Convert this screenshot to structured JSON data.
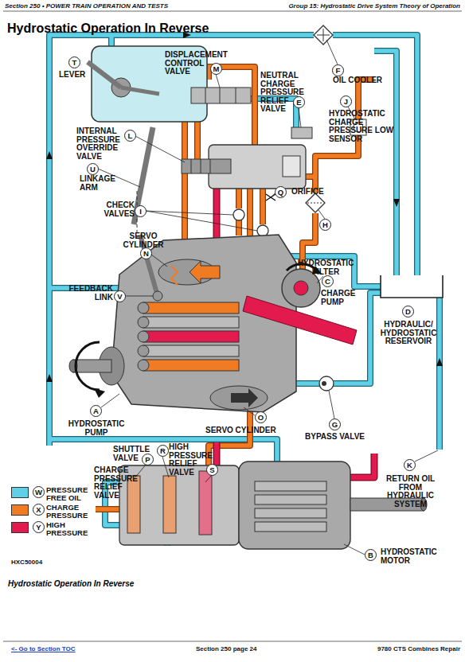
{
  "diagram": {
    "title": "Hydrostatic Operation In Reverse",
    "caption": "Hydrostatic Operation In Reverse",
    "nodes": [
      {
        "text": [
          "T",
          "LEVER"
        ]
      },
      {
        "text": [
          "M",
          "DISPLACEMENT CONTROL VALVE"
        ]
      },
      {
        "text": [
          "E",
          "NEUTRAL CHARGE PRESSURE RELIEF VALVE"
        ]
      },
      {
        "text": [
          "F",
          "OIL COOLER"
        ]
      },
      {
        "text": [
          "L",
          "INTERNAL PRESSURE OVERRIDE VALVE"
        ]
      },
      {
        "text": [
          "J",
          "HYDROSTATIC CHARGE PRESSURE LOW SENSOR"
        ]
      },
      {
        "text": [
          "U",
          "LINKAGE ARM"
        ]
      },
      {
        "text": [
          "Q",
          "ORIFICE"
        ]
      },
      {
        "text": [
          "I",
          "CHECK VALVES"
        ]
      },
      {
        "text": [
          "H",
          "HYDROSTATIC FILTER"
        ]
      },
      {
        "text": [
          "N",
          "SERVO CYLINDER"
        ]
      },
      {
        "text": [
          "C",
          "CHARGE PUMP"
        ]
      },
      {
        "text": [
          "V",
          "FEEDBACK LINK"
        ]
      },
      {
        "text": [
          "D",
          "HYDRAULIC/ HYDROSTATIC RESERVOIR"
        ]
      },
      {
        "text": [
          "A",
          "HYDROSTATIC PUMP"
        ]
      },
      {
        "text": [
          "O",
          "SERVO CYLINDER"
        ]
      },
      {
        "text": [
          "G",
          "BYPASS VALVE"
        ]
      },
      {
        "text": [
          "R",
          "SHUTTLE VALVE"
        ]
      },
      {
        "text": [
          "S",
          "HIGH PRESSURE RELIEF VALVE"
        ]
      },
      {
        "text": [
          "P",
          "CHARGE PRESSURE RELIEF VALVE"
        ]
      },
      {
        "text": [
          "K",
          "RETURN OIL FROM HYDRAULIC SYSTEM"
        ]
      },
      {
        "text": [
          "W"
        ]
      },
      {
        "text": [
          "X"
        ]
      },
      {
        "text": [
          "Y"
        ]
      },
      {
        "text": [
          "B",
          "HYDROSTATIC MOTOR"
        ]
      }
    ],
    "labels": [
      "Section 250 • POWER TRAIN OPERATION AND TESTS",
      "Group 15: Hydrostatic Drive System Theory of Operation",
      "HXC50004",
      "<- Go to Section TOC",
      "Section 250 page 24",
      "9780 CTS Combines Repair"
    ],
    "legend": [
      {
        "text": "PRESSURE FREE OIL",
        "color": "#5fd0e6"
      },
      {
        "text": "CHARGE PRESSURE",
        "color": "#f07b22"
      },
      {
        "text": "HIGH PRESSURE",
        "color": "#e21a4e"
      }
    ]
  }
}
